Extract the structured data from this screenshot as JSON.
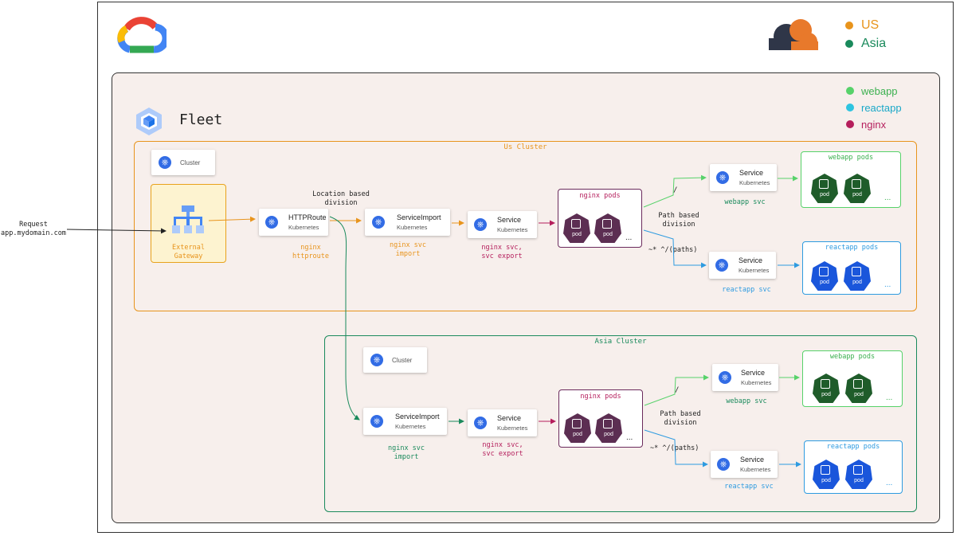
{
  "request": {
    "line1": "Request",
    "line2": "app.mydomain.com"
  },
  "legend_region": [
    {
      "label": "US",
      "color": "#e8941c"
    },
    {
      "label": "Asia",
      "color": "#1a8a5c"
    }
  ],
  "legend_app": [
    {
      "label": "webapp",
      "color": "#57d26a"
    },
    {
      "label": "reactapp",
      "color": "#2ec4e0"
    },
    {
      "label": "nginx",
      "color": "#b51e5c"
    }
  ],
  "fleet": {
    "label": "Fleet"
  },
  "us_cluster": {
    "title": "Us Cluster",
    "cluster_card": "Cluster",
    "gateway": {
      "line1": "External",
      "line2": "Gateway"
    },
    "httproute": {
      "title": "HTTPRoute",
      "sub": "Kubernetes",
      "label1": "nginx",
      "label2": "httproute"
    },
    "location_note": {
      "line1": "Location based",
      "line2": "division"
    },
    "serviceimport": {
      "title": "ServiceImport",
      "sub": "Kubernetes",
      "label1": "nginx svc",
      "label2": "import"
    },
    "service": {
      "title": "Service",
      "sub": "Kubernetes",
      "label1": "nginx svc,",
      "label2": "svc export"
    },
    "nginx_pods": {
      "title": "nginx pods",
      "pod": "pod",
      "more": "..."
    },
    "path_note": {
      "line1": "Path based",
      "line2": "division"
    },
    "route_root": "/",
    "route_paths": "~* ^/(paths)",
    "webapp_svc": {
      "title": "Service",
      "sub": "Kubernetes",
      "label": "webapp svc"
    },
    "reactapp_svc": {
      "title": "Service",
      "sub": "Kubernetes",
      "label": "reactapp svc"
    },
    "webapp_pods": {
      "title": "webapp pods",
      "pod": "pod",
      "more": "..."
    },
    "reactapp_pods": {
      "title": "reactapp pods",
      "pod": "pod",
      "more": "..."
    }
  },
  "asia_cluster": {
    "title": "Asia Cluster",
    "cluster_card": "Cluster",
    "serviceimport": {
      "title": "ServiceImport",
      "sub": "Kubernetes",
      "label1": "nginx svc",
      "label2": "import"
    },
    "service": {
      "title": "Service",
      "sub": "Kubernetes",
      "label1": "nginx svc,",
      "label2": "svc export"
    },
    "nginx_pods": {
      "title": "nginx pods",
      "pod": "pod",
      "more": "..."
    },
    "path_note": {
      "line1": "Path based",
      "line2": "division"
    },
    "route_root": "/",
    "route_paths": "~* ^/(paths)",
    "webapp_svc": {
      "title": "Service",
      "sub": "Kubernetes",
      "label": "webapp svc"
    },
    "reactapp_svc": {
      "title": "Service",
      "sub": "Kubernetes",
      "label": "reactapp svc"
    },
    "webapp_pods": {
      "title": "webapp pods",
      "pod": "pod",
      "more": "..."
    },
    "reactapp_pods": {
      "title": "reactapp pods",
      "pod": "pod",
      "more": "..."
    }
  },
  "colors": {
    "us": "#e8941c",
    "asia": "#1a8a5c",
    "webapp": "#57d26a",
    "reactapp": "#2e9be0",
    "nginx": "#b51e5c",
    "pod_nginx": "#5c2e52",
    "pod_webapp": "#1f5c2a",
    "pod_reactapp": "#1a56db"
  },
  "icons": {
    "gcp": "google-cloud-logo",
    "fleet": "fleet-cube-icon",
    "k8s": "kubernetes-icon",
    "gateway": "gateway-hierarchy-icon"
  }
}
